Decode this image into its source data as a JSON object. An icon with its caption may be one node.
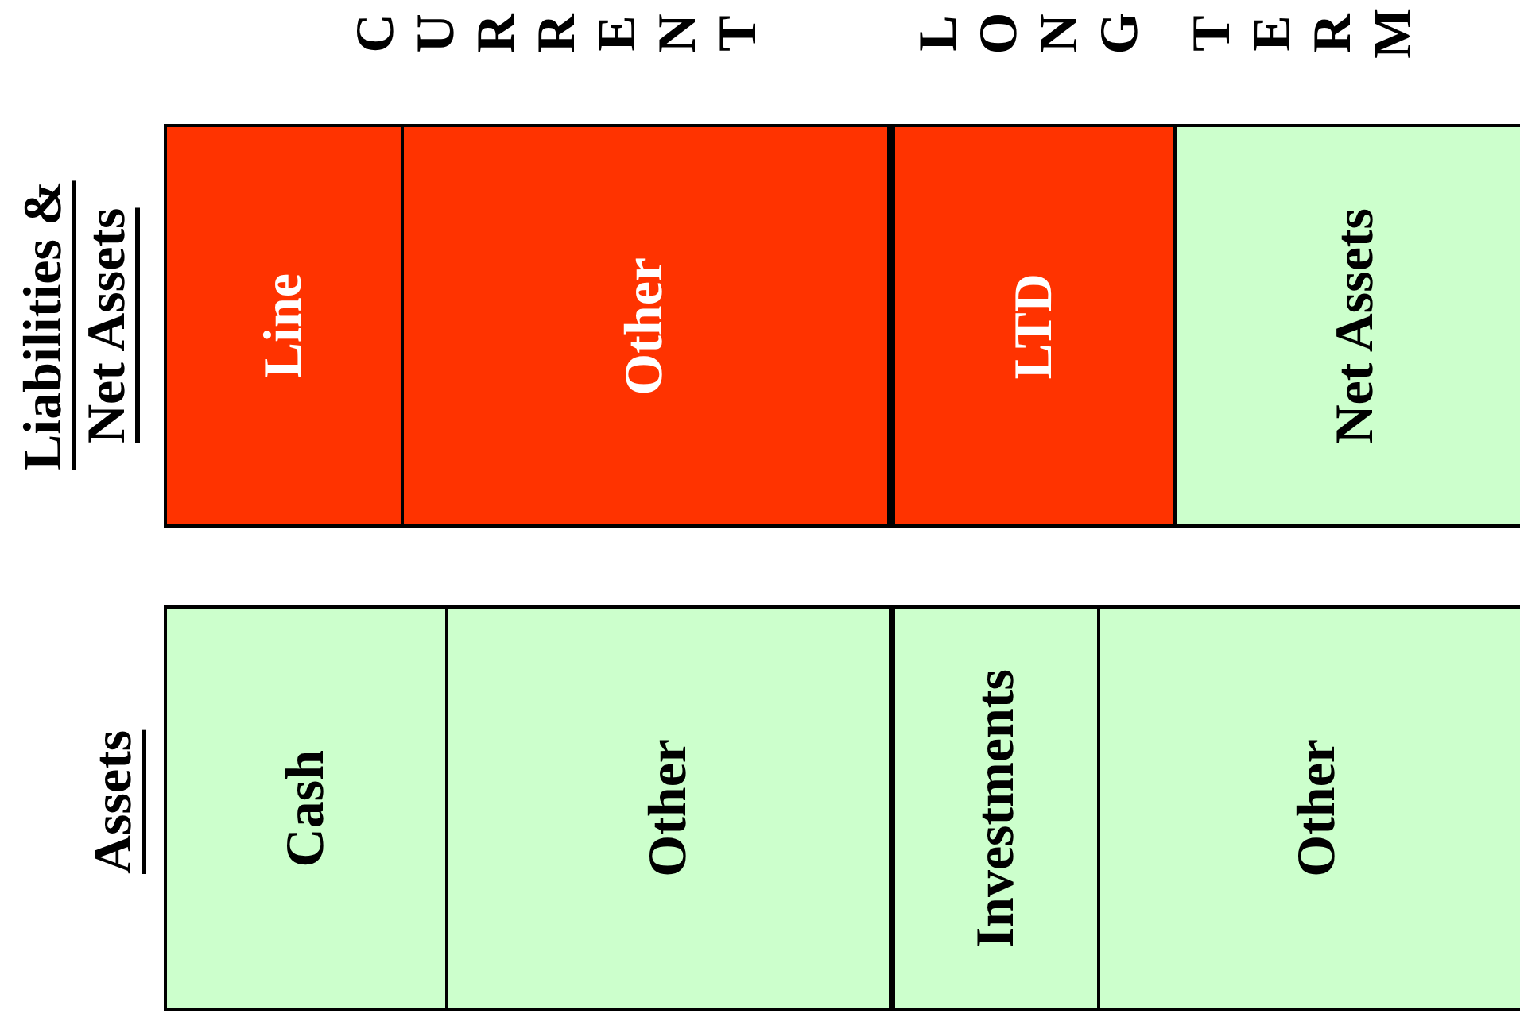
{
  "diagram": {
    "nodes": [
      {
        "text": [
          "Line"
        ]
      },
      {
        "text": [
          "Other"
        ]
      },
      {
        "text": [
          "LTD"
        ]
      },
      {
        "text": [
          "Net Assets"
        ]
      },
      {
        "text": [
          "Cash"
        ]
      },
      {
        "text": [
          "Other"
        ]
      },
      {
        "text": [
          "Investments"
        ]
      },
      {
        "text": [
          "Other"
        ]
      }
    ],
    "edges": [],
    "labels": [
      "CURRENT",
      "LONG TERM",
      "Liabilities & Net Assets",
      "Assets"
    ]
  }
}
